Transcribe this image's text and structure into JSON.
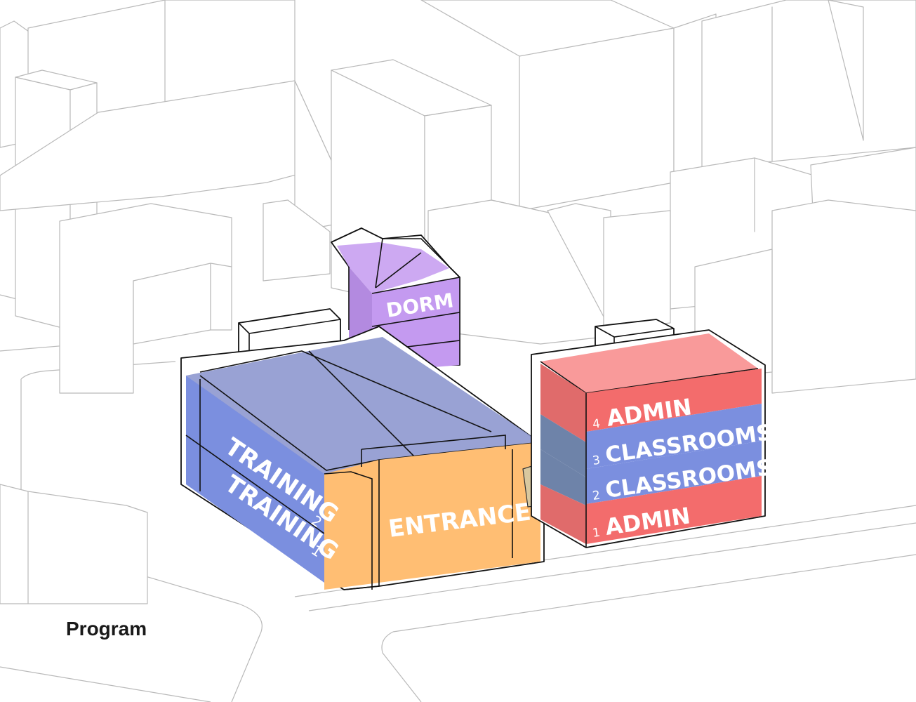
{
  "caption": "Program",
  "colors": {
    "training": "#7b8fdf",
    "entrance": "#ffbe73",
    "dorm": "#c49af0",
    "admin": "#f36c6c",
    "classrooms": "#7b8fdf",
    "glazing": "#56b7ec"
  },
  "blocks": {
    "dorm": {
      "label": "DORM"
    },
    "training": {
      "floors": [
        {
          "number": "2",
          "label": "TRAINING"
        },
        {
          "number": "1",
          "label": "TRAINING"
        }
      ]
    },
    "entrance": {
      "label": "ENTRANCE"
    },
    "annex": {
      "floors": [
        {
          "number": "4",
          "label": "ADMIN"
        },
        {
          "number": "3",
          "label": "CLASSROOMS"
        },
        {
          "number": "2",
          "label": "CLASSROOMS"
        },
        {
          "number": "1",
          "label": "ADMIN"
        }
      ]
    }
  }
}
